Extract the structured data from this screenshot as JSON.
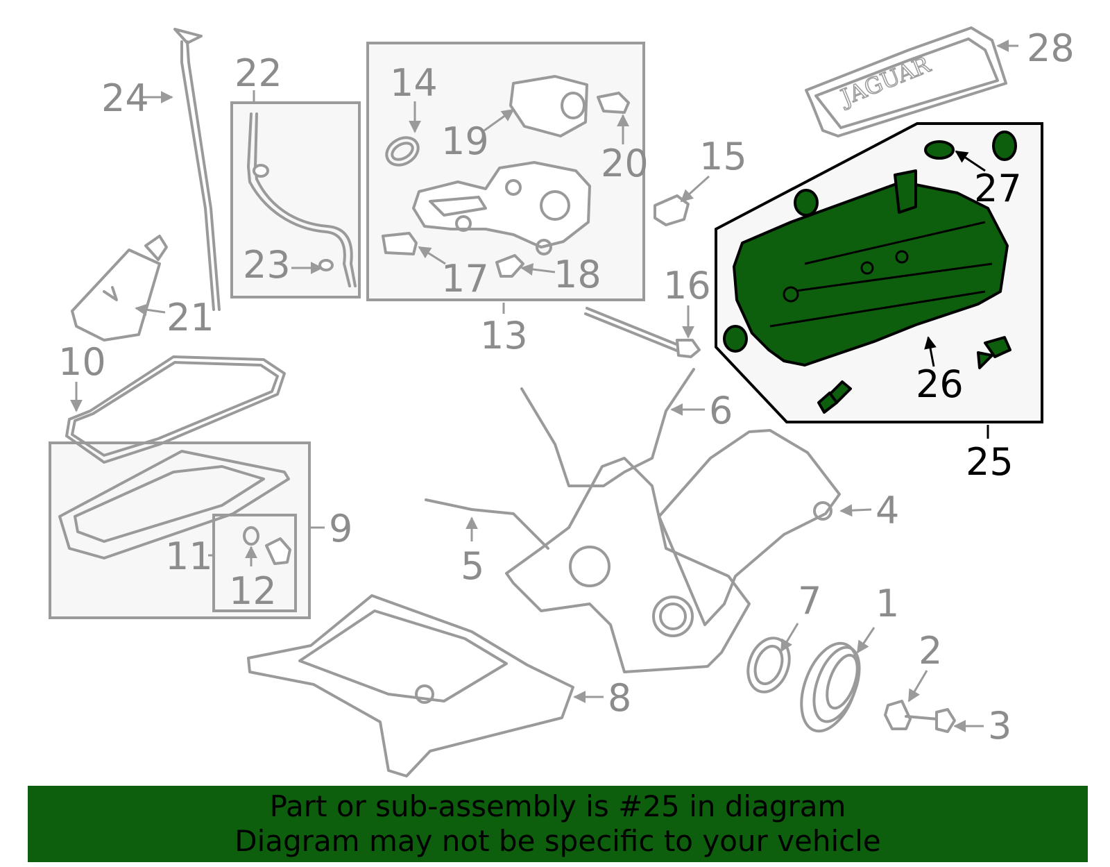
{
  "colors": {
    "highlight": "#0d5e0d",
    "banner": "#0d5e0d",
    "part_line": "#9a9a9a",
    "callout_grey": "#8c8c8c",
    "box_fill": "#f7f7f7"
  },
  "logo_text": "JAGUAR",
  "callouts": {
    "c1": "1",
    "c2": "2",
    "c3": "3",
    "c4": "4",
    "c5": "5",
    "c6": "6",
    "c7": "7",
    "c8": "8",
    "c9": "9",
    "c10": "10",
    "c11": "11",
    "c12": "12",
    "c13": "13",
    "c14": "14",
    "c15": "15",
    "c16": "16",
    "c17": "17",
    "c18": "18",
    "c19": "19",
    "c20": "20",
    "c21": "21",
    "c22": "22",
    "c23": "23",
    "c24": "24",
    "c25": "25",
    "c26": "26",
    "c27": "27",
    "c28": "28"
  },
  "banner": {
    "line1": "Part or sub-assembly is #25 in diagram",
    "line2": "Diagram may not be specific to your vehicle"
  }
}
